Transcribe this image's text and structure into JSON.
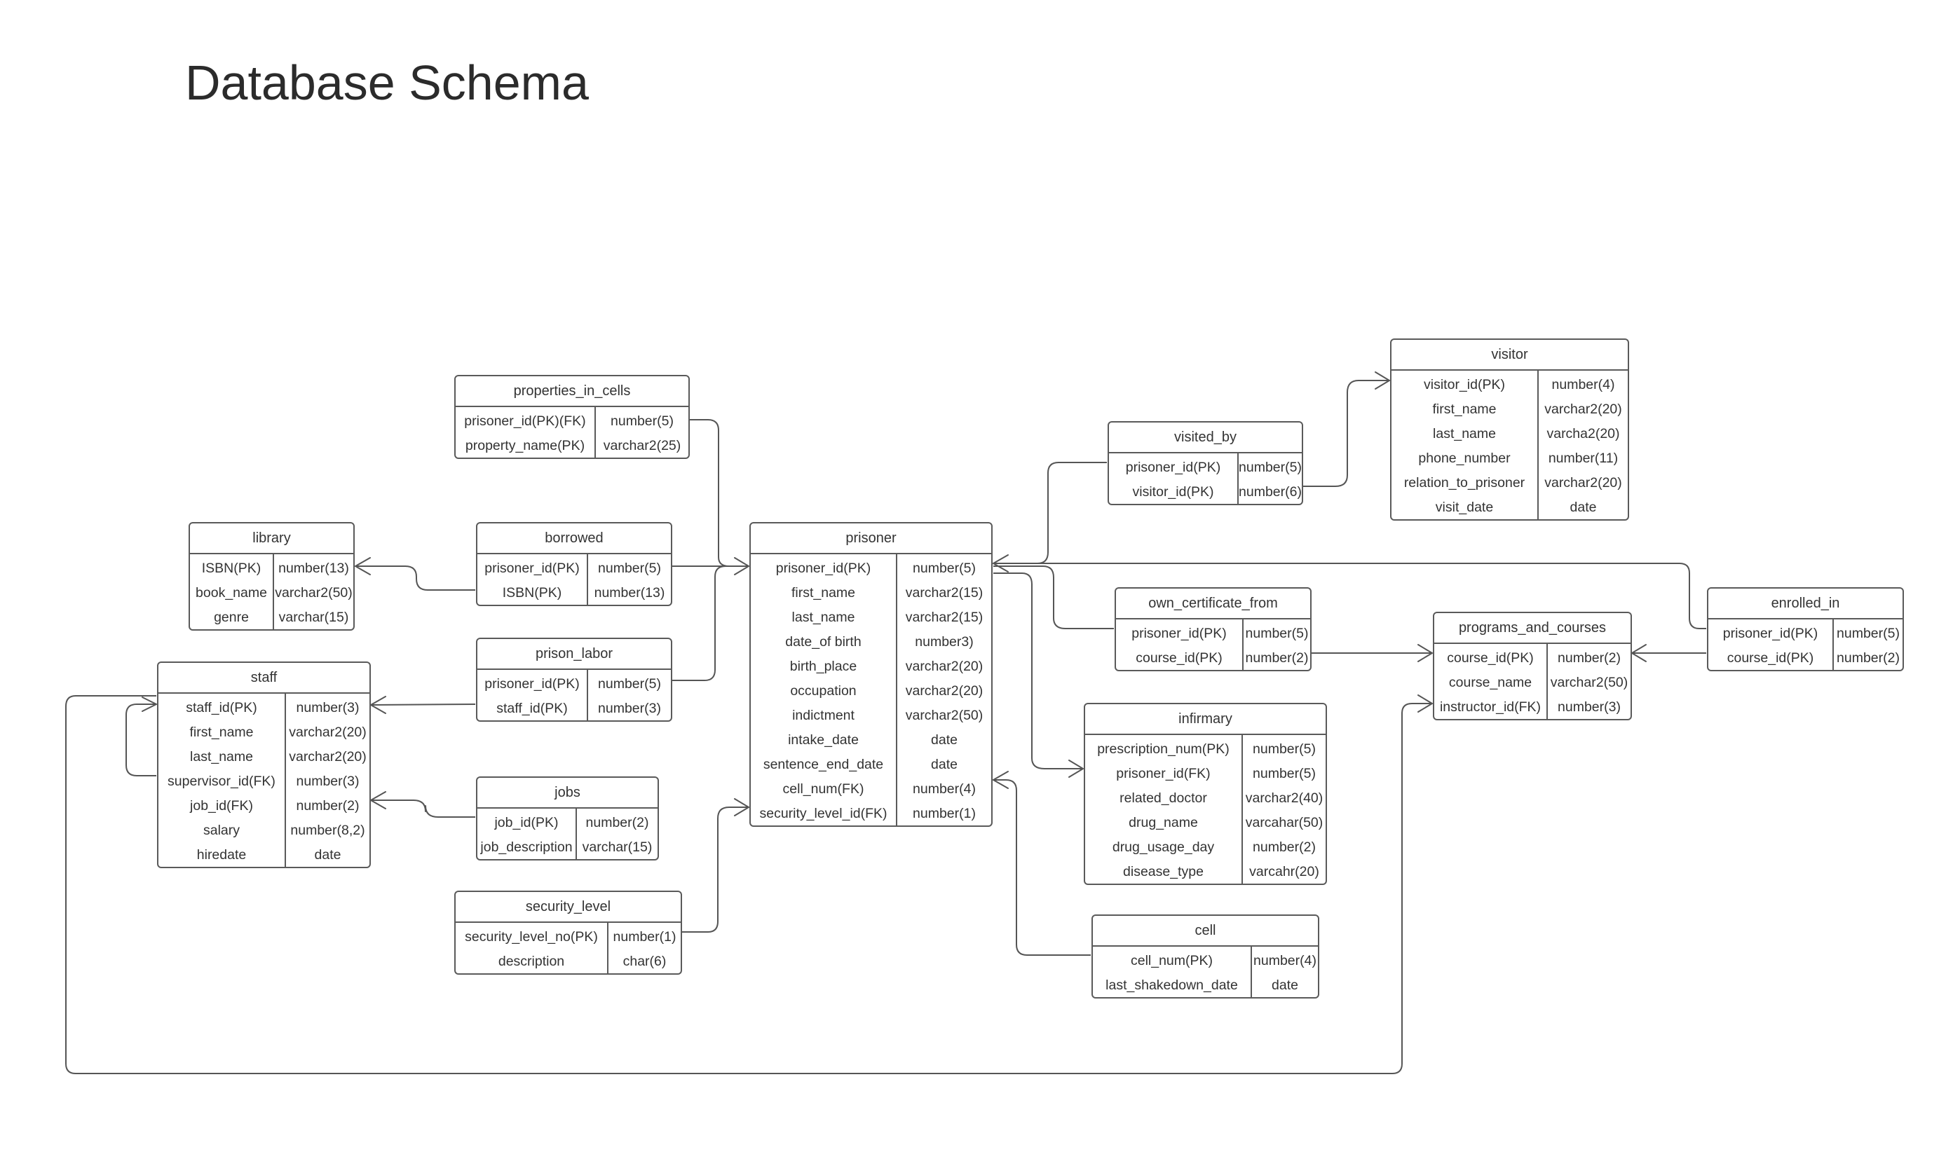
{
  "title": "Database Schema",
  "tables": [
    {
      "id": "properties_in_cells",
      "name": "properties_in_cells",
      "rows": [
        [
          "prisoner_id(PK)(FK)",
          "number(5)"
        ],
        [
          "property_name(PK)",
          "varchar2(25)"
        ]
      ]
    },
    {
      "id": "library",
      "name": "library",
      "rows": [
        [
          "ISBN(PK)",
          "number(13)"
        ],
        [
          "book_name",
          "varchar2(50)"
        ],
        [
          "genre",
          "varchar(15)"
        ]
      ]
    },
    {
      "id": "borrowed",
      "name": "borrowed",
      "rows": [
        [
          "prisoner_id(PK)",
          "number(5)"
        ],
        [
          "ISBN(PK)",
          "number(13)"
        ]
      ]
    },
    {
      "id": "prison_labor",
      "name": "prison_labor",
      "rows": [
        [
          "prisoner_id(PK)",
          "number(5)"
        ],
        [
          "staff_id(PK)",
          "number(3)"
        ]
      ]
    },
    {
      "id": "staff",
      "name": "staff",
      "rows": [
        [
          "staff_id(PK)",
          "number(3)"
        ],
        [
          "first_name",
          "varchar2(20)"
        ],
        [
          "last_name",
          "varchar2(20)"
        ],
        [
          "supervisor_id(FK)",
          "number(3)"
        ],
        [
          "job_id(FK)",
          "number(2)"
        ],
        [
          "salary",
          "number(8,2)"
        ],
        [
          "hiredate",
          "date"
        ]
      ]
    },
    {
      "id": "jobs",
      "name": "jobs",
      "rows": [
        [
          "job_id(PK)",
          "number(2)"
        ],
        [
          "job_description",
          "varchar(15)"
        ]
      ]
    },
    {
      "id": "security_level",
      "name": "security_level",
      "rows": [
        [
          "security_level_no(PK)",
          "number(1)"
        ],
        [
          "description",
          "char(6)"
        ]
      ]
    },
    {
      "id": "prisoner",
      "name": "prisoner",
      "rows": [
        [
          "prisoner_id(PK)",
          "number(5)"
        ],
        [
          "first_name",
          "varchar2(15)"
        ],
        [
          "last_name",
          "varchar2(15)"
        ],
        [
          "date_of birth",
          "number3)"
        ],
        [
          "birth_place",
          "varchar2(20)"
        ],
        [
          "occupation",
          "varchar2(20)"
        ],
        [
          "indictment",
          "varchar2(50)"
        ],
        [
          "intake_date",
          "date"
        ],
        [
          "sentence_end_date",
          "date"
        ],
        [
          "cell_num(FK)",
          "number(4)"
        ],
        [
          "security_level_id(FK)",
          "number(1)"
        ]
      ]
    },
    {
      "id": "visited_by",
      "name": "visited_by",
      "rows": [
        [
          "prisoner_id(PK)",
          "number(5)"
        ],
        [
          "visitor_id(PK)",
          "number(6)"
        ]
      ]
    },
    {
      "id": "visitor",
      "name": "visitor",
      "rows": [
        [
          "visitor_id(PK)",
          "number(4)"
        ],
        [
          "first_name",
          "varchar2(20)"
        ],
        [
          "last_name",
          "varcha2(20)"
        ],
        [
          "phone_number",
          "number(11)"
        ],
        [
          "relation_to_prisoner",
          "varchar2(20)"
        ],
        [
          "visit_date",
          "date"
        ]
      ]
    },
    {
      "id": "own_certificate_from",
      "name": "own_certificate_from",
      "rows": [
        [
          "prisoner_id(PK)",
          "number(5)"
        ],
        [
          "course_id(PK)",
          "number(2)"
        ]
      ]
    },
    {
      "id": "programs_and_courses",
      "name": "programs_and_courses",
      "rows": [
        [
          "course_id(PK)",
          "number(2)"
        ],
        [
          "course_name",
          "varchar2(50)"
        ],
        [
          "instructor_id(FK)",
          "number(3)"
        ]
      ]
    },
    {
      "id": "enrolled_in",
      "name": "enrolled_in",
      "rows": [
        [
          "prisoner_id(PK)",
          "number(5)"
        ],
        [
          "course_id(PK)",
          "number(2)"
        ]
      ]
    },
    {
      "id": "infirmary",
      "name": "infirmary",
      "rows": [
        [
          "prescription_num(PK)",
          "number(5)"
        ],
        [
          "prisoner_id(FK)",
          "number(5)"
        ],
        [
          "related_doctor",
          "varchar2(40)"
        ],
        [
          "drug_name",
          "varcahar(50)"
        ],
        [
          "drug_usage_day",
          "number(2)"
        ],
        [
          "disease_type",
          "varcahr(20)"
        ]
      ]
    },
    {
      "id": "cell",
      "name": "cell",
      "rows": [
        [
          "cell_num(PK)",
          "number(4)"
        ],
        [
          "last_shakedown_date",
          "date"
        ]
      ]
    }
  ]
}
